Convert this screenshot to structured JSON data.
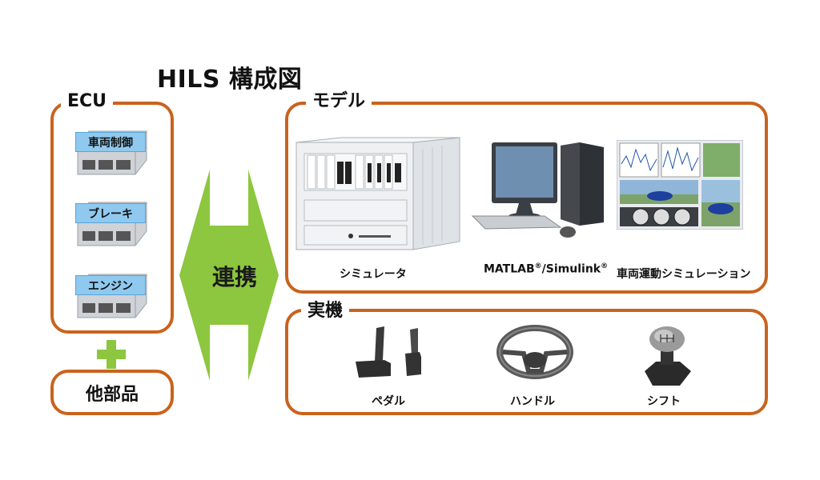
{
  "title": "HILS 構成図",
  "ecu": {
    "label": "ECU",
    "units": [
      {
        "label": "車両制御"
      },
      {
        "label": "ブレーキ"
      },
      {
        "label": "エンジン"
      }
    ]
  },
  "other_parts": {
    "label": "他部品"
  },
  "link": {
    "label": "連携"
  },
  "model": {
    "label": "モデル",
    "items": {
      "simulator": "シミュレータ",
      "matlab": "MATLAB",
      "slash": "/",
      "simulink": "Simulink",
      "reg": "®",
      "vehicle_sim": "車両運動シミュレーション"
    }
  },
  "real": {
    "label": "実機",
    "items": [
      {
        "label": "ペダル"
      },
      {
        "label": "ハンドル"
      },
      {
        "label": "シフト"
      }
    ]
  },
  "colors": {
    "frame": "#c9631d",
    "arrow": "#8dc63f",
    "tag": "#8fc9ef"
  }
}
